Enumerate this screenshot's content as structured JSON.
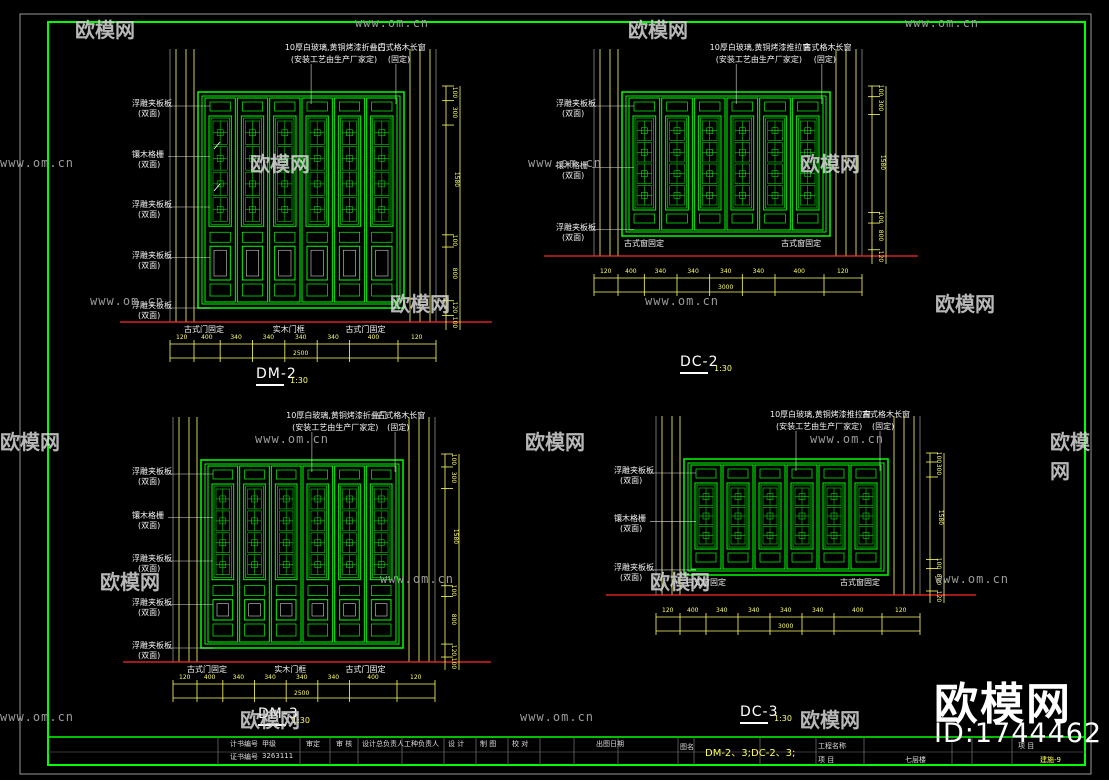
{
  "drawings": [
    {
      "code": "DM-2",
      "scale": "1:30",
      "notes_top": [
        "10厚白玻璃,黄铜烤漆折叠门",
        "(安装工艺由生产厂家定)",
        "古式格木长窗",
        "(固定)"
      ],
      "notes_left": [
        "浮雕夹板板",
        "(双面)",
        "镶木格栅",
        "(双面)",
        "浮雕夹板板",
        "(双面)",
        "浮雕夹板板",
        "(双面)",
        "浮雕夹板板",
        "(双面)"
      ],
      "notes_bottom": [
        "古式门固定",
        "实木门框",
        "古式门固定"
      ]
    },
    {
      "code": "DC-2",
      "scale": "1:30",
      "notes_top": [
        "10厚白玻璃,黄铜烤漆推拉窗",
        "(安装工艺由生产厂家定)",
        "古式格木长窗",
        "(固定)"
      ],
      "notes_left": [
        "浮雕夹板板",
        "(双面)",
        "镶木格栅",
        "(双面)",
        "浮雕夹板板",
        "(双面)"
      ],
      "notes_bottom": [
        "古式窗固定",
        "古式窗固定"
      ]
    },
    {
      "code": "DM-3",
      "scale": "1:30",
      "notes_top": [
        "10厚白玻璃,黄铜烤漆折叠门",
        "(安装工艺由生产厂家定)",
        "古式格木长窗",
        "(固定)"
      ],
      "notes_left": [
        "浮雕夹板板",
        "(双面)",
        "镶木格栅",
        "(双面)",
        "浮雕夹板板",
        "(双面)",
        "浮雕夹板板",
        "(双面)",
        "浮雕夹板板",
        "(双面)"
      ],
      "notes_bottom": [
        "古式门固定",
        "实木门框",
        "古式门固定"
      ]
    },
    {
      "code": "DC-3",
      "scale": "1:30",
      "notes_top": [
        "10厚白玻璃,黄铜烤漆推拉窗",
        "(安装工艺由生产厂家定)",
        "古式格木长窗",
        "(固定)"
      ],
      "notes_left": [
        "浮雕夹板板",
        "(双面)",
        "镶木格栅",
        "(双面)",
        "浮雕夹板板",
        "(双面)"
      ],
      "notes_bottom": [
        "古式窗固定",
        "古式窗固定"
      ]
    }
  ],
  "dims": {
    "dm_bottom": [
      "120",
      "400",
      "340",
      "340",
      "340",
      "340",
      "400",
      "120"
    ],
    "dm_total": "2500",
    "dc_bottom": [
      "120",
      "400",
      "340",
      "340",
      "340",
      "340",
      "400",
      "120"
    ],
    "dc_total": "3000",
    "side": [
      "100",
      "300",
      "1580",
      "100",
      "800",
      "120"
    ]
  },
  "title_block": {
    "left_labels": [
      "计书编号",
      "甲级",
      "证书编号",
      "3263111"
    ],
    "cells": [
      "审定",
      "审 核",
      "设计总负责人",
      "工种负责人",
      "设 计",
      "制 图",
      "校 对",
      "出图日期"
    ],
    "drawing_name_label": "图名",
    "drawing_name": "DM-2、3;DC-2、3;",
    "project_label": "工程名称",
    "subproject_label": "项 目",
    "subproject": "七层楼",
    "sheet_label": "项 目",
    "sheet_no": "建施-9"
  },
  "watermarks": {
    "brand": "欧模网",
    "url": "www.om.cn",
    "big": "欧模网",
    "id": "ID:1744462"
  },
  "colors": {
    "frame": "#00ff00",
    "window": "#00ff00",
    "dim": "#ffff00",
    "red": "#ff2a2a",
    "grey": "#9a9a9a",
    "ext": "#ffff66",
    "white": "#ffffff"
  }
}
